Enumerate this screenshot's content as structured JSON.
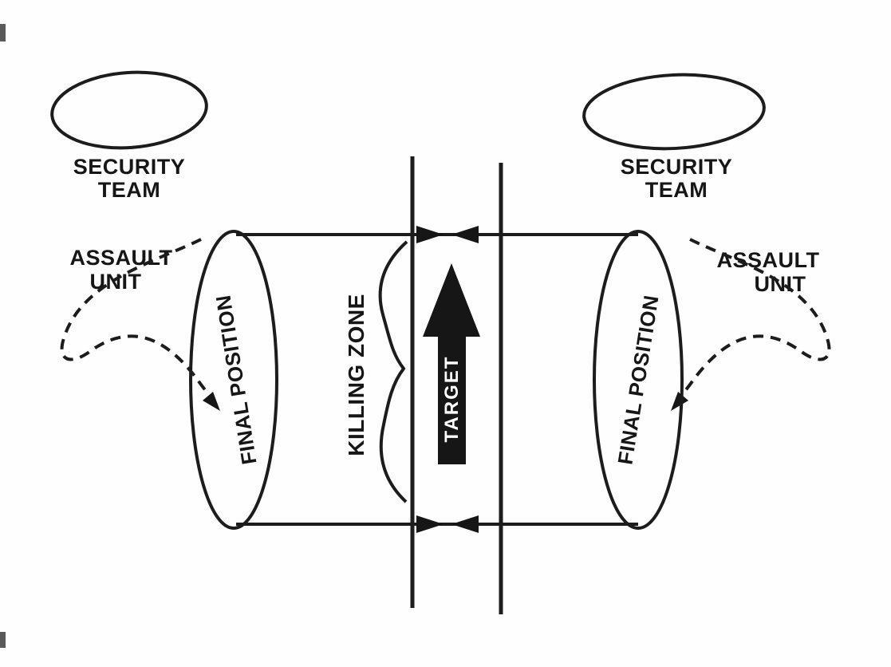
{
  "diagram": {
    "type": "military-ambush-tactics-figure",
    "colors": {
      "ink": "#1c1c1c",
      "paper": "#fefefe",
      "target_arrow_fill": "#161616",
      "target_text": "#ffffff"
    },
    "labels": {
      "security_team_line1": "SECURITY",
      "security_team_line2": "TEAM",
      "assault_unit_line1": "ASSAULT",
      "assault_unit_line2": "UNIT",
      "final_position": "FINAL POSITION",
      "killing_zone": "KILLING ZONE",
      "target": "TARGET"
    }
  }
}
